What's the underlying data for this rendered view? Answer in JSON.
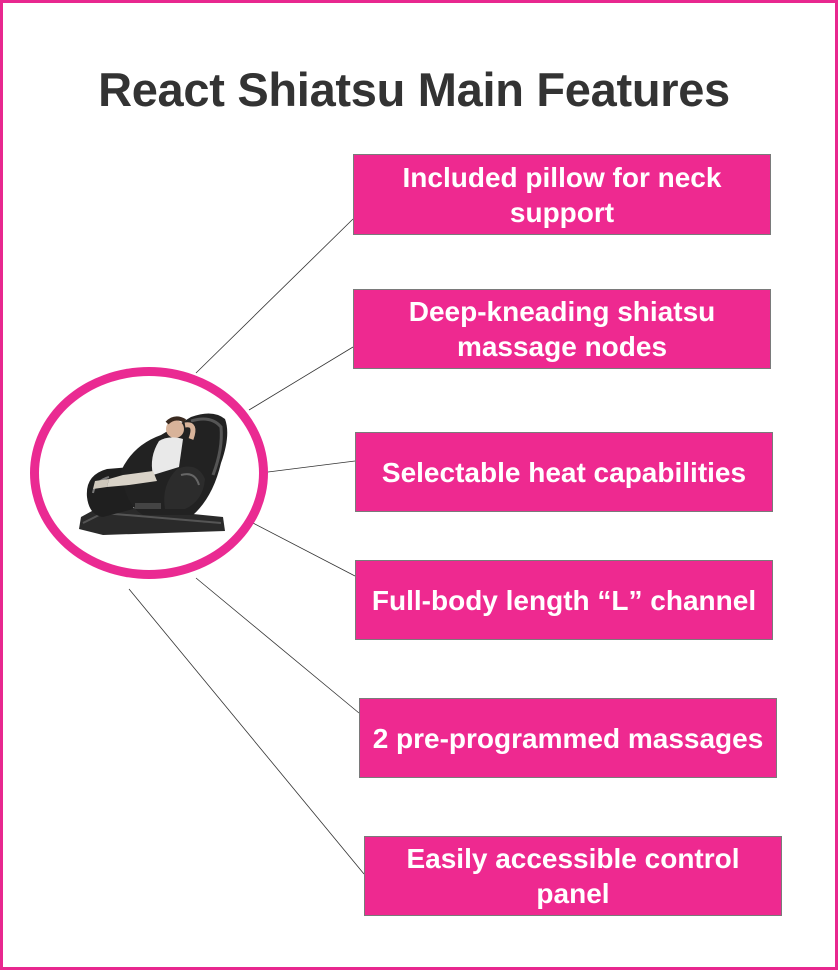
{
  "title": "React Shiatsu Main Features",
  "features": [
    {
      "label": "Included pillow for neck support"
    },
    {
      "label": "Deep-kneading shiatsu massage nodes"
    },
    {
      "label": "Selectable heat capabilities"
    },
    {
      "label": "Full-body length “L” channel"
    },
    {
      "label": "2 pre-programmed massages"
    },
    {
      "label": "Easily accessible control panel"
    }
  ],
  "colors": {
    "accent": "#ee2990",
    "title": "#333333",
    "box_border": "#7a7a7a"
  },
  "image": {
    "icon": "massage-chair-photo"
  }
}
